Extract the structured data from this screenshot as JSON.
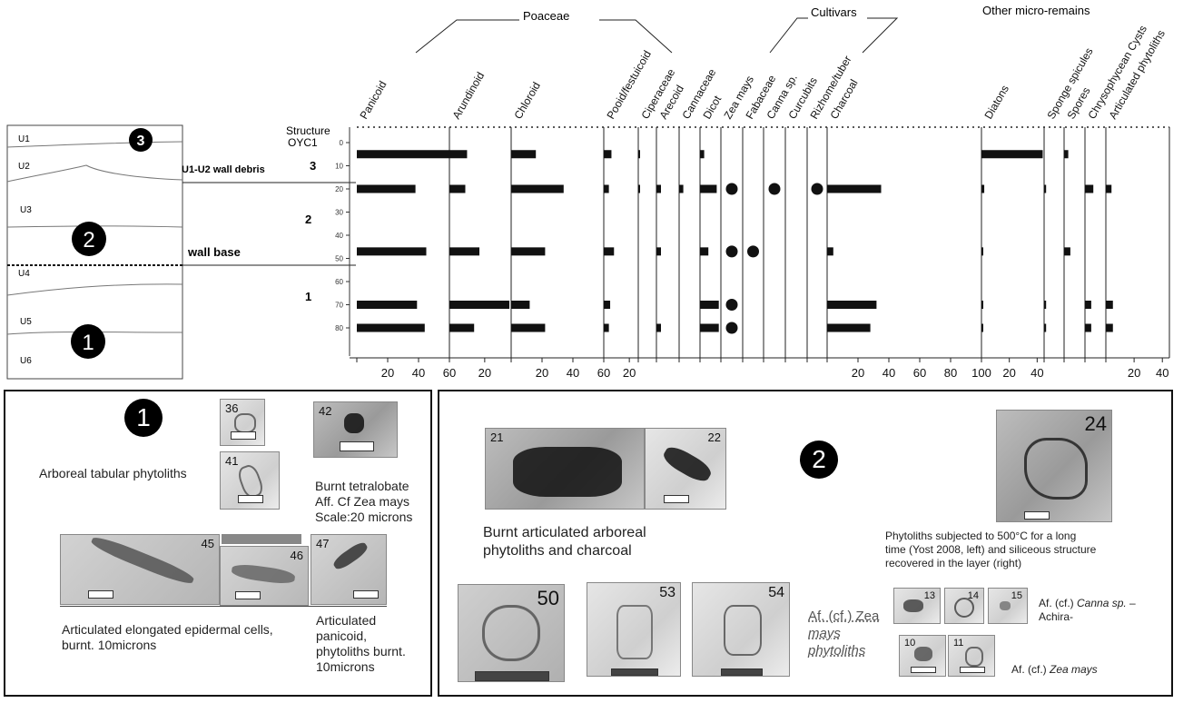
{
  "groups": {
    "poaceae": "Poaceae",
    "cultivars": "Cultivars",
    "other": "Other micro-remains"
  },
  "profile": {
    "units": [
      "U1",
      "U2",
      "U3",
      "U4",
      "U5",
      "U6"
    ],
    "markers": [
      "3",
      "2",
      "1"
    ],
    "wall_debris": "U1-U2 wall debris",
    "wall_base": "wall base"
  },
  "structure": {
    "label_line1": "Structure",
    "label_line2": "OYC1",
    "phases": [
      "3",
      "2",
      "1"
    ]
  },
  "chart_data": {
    "type": "bar",
    "orientation": "horizontal",
    "y_axis": {
      "ticks": [
        0,
        10,
        20,
        30,
        40,
        50,
        60,
        70,
        80
      ],
      "reversed": true
    },
    "depths": [
      5,
      20,
      47,
      70,
      80
    ],
    "columns": [
      {
        "name": "Panicoid",
        "kind": "bar",
        "max": 60,
        "ticks": [
          "20",
          "40",
          "60"
        ],
        "values": [
          60,
          38,
          45,
          39,
          44
        ]
      },
      {
        "name": "Arundinoid",
        "kind": "bar",
        "max": 35,
        "ticks": [
          "20"
        ],
        "values": [
          10,
          9,
          17,
          34,
          14
        ]
      },
      {
        "name": "Chloroid",
        "kind": "bar",
        "max": 60,
        "ticks": [
          "20",
          "40",
          "60"
        ],
        "values": [
          16,
          34,
          22,
          12,
          22
        ]
      },
      {
        "name": "Pooid/festuicoid",
        "kind": "bar",
        "max": 27,
        "ticks": [
          "20"
        ],
        "values": [
          6,
          4,
          8,
          5,
          4
        ]
      },
      {
        "name": "Ciperaceae",
        "kind": "bar",
        "max": 10,
        "ticks": [],
        "values": [
          1,
          1,
          0,
          0,
          0
        ]
      },
      {
        "name": "Arecoid",
        "kind": "bar",
        "max": 10,
        "ticks": [],
        "values": [
          0,
          2,
          2,
          0,
          2
        ]
      },
      {
        "name": "Cannaceae",
        "kind": "bar",
        "max": 10,
        "ticks": [],
        "values": [
          0,
          2,
          0,
          0,
          0
        ]
      },
      {
        "name": "Dicot",
        "kind": "bar",
        "max": 10,
        "ticks": [],
        "values": [
          2,
          8,
          4,
          9,
          9
        ]
      },
      {
        "name": "Zea mays",
        "kind": "dot",
        "values": [
          0,
          1,
          1,
          1,
          1
        ]
      },
      {
        "name": "Fabaceae",
        "kind": "dot",
        "values": [
          0,
          0,
          1,
          0,
          0
        ]
      },
      {
        "name": "Canna sp.",
        "kind": "dot",
        "values": [
          0,
          1,
          0,
          0,
          0
        ]
      },
      {
        "name": "Curcubits",
        "kind": "dot",
        "values": [
          0,
          0,
          0,
          0,
          0
        ]
      },
      {
        "name": "Rizhome/tuber",
        "kind": "dot",
        "values": [
          0,
          1,
          0,
          0,
          0
        ]
      },
      {
        "name": "Charcoal",
        "kind": "bar",
        "max": 100,
        "ticks": [
          "20",
          "40",
          "60",
          "80",
          "100"
        ],
        "values": [
          0,
          35,
          4,
          32,
          28
        ]
      },
      {
        "name": "Diatons",
        "kind": "bar",
        "max": 45,
        "ticks": [
          "20",
          "40"
        ],
        "values": [
          44,
          2,
          1,
          1,
          1
        ]
      },
      {
        "name": "Sponge spicules",
        "kind": "bar",
        "max": 10,
        "ticks": [],
        "values": [
          0,
          1,
          0,
          1,
          1
        ]
      },
      {
        "name": "Spores",
        "kind": "bar",
        "max": 10,
        "ticks": [],
        "values": [
          2,
          0,
          3,
          0,
          0
        ]
      },
      {
        "name": "Chrysophycean Cysts",
        "kind": "bar",
        "max": 10,
        "ticks": [],
        "values": [
          0,
          4,
          0,
          3,
          3
        ]
      },
      {
        "name": "Articulated phytoliths",
        "kind": "bar",
        "max": 45,
        "ticks": [
          "20",
          "40"
        ],
        "values": [
          0,
          4,
          0,
          5,
          5
        ]
      }
    ]
  },
  "panel1": {
    "marker": "1",
    "arboreal": "Arboreal tabular phytoliths",
    "burnt_line1": "Burnt tetralobate",
    "burnt_line2": "Aff. Cf Zea mays",
    "burnt_line3": "Scale:20 microns",
    "elongated_line1": "Articulated elongated epidermal cells,",
    "elongated_line2": "burnt. 10microns",
    "panicoid_line1": "Articulated",
    "panicoid_line2": "panicoid,",
    "panicoid_line3": "phytoliths burnt.",
    "panicoid_line4": "10microns",
    "photos": [
      "36",
      "41",
      "42",
      "45",
      "46",
      "47"
    ]
  },
  "panel2": {
    "marker": "2",
    "burnt_line1": "Burnt articulated arboreal",
    "burnt_line2": "phytoliths and charcoal",
    "heat_line1": "Phytoliths  subjected to 500°C for a long",
    "heat_line2": "time (Yost 2008, left) and siliceous structure",
    "heat_line3": "recovered in the layer (right)",
    "zea_line1": "Af. (cf.) Zea",
    "zea_line2": "mays",
    "zea_line3": "phytoliths",
    "canna_prefix": "Af. (cf.) ",
    "canna_italic": "Canna sp.",
    "canna_suffix": " –",
    "canna_line2": "Achira-",
    "zea_prefix": "Af. (cf.) ",
    "zea_italic": "Zea mays",
    "photos": [
      "21",
      "22",
      "24",
      "50",
      "53",
      "54",
      "13",
      "14",
      "15",
      "10",
      "11"
    ]
  }
}
